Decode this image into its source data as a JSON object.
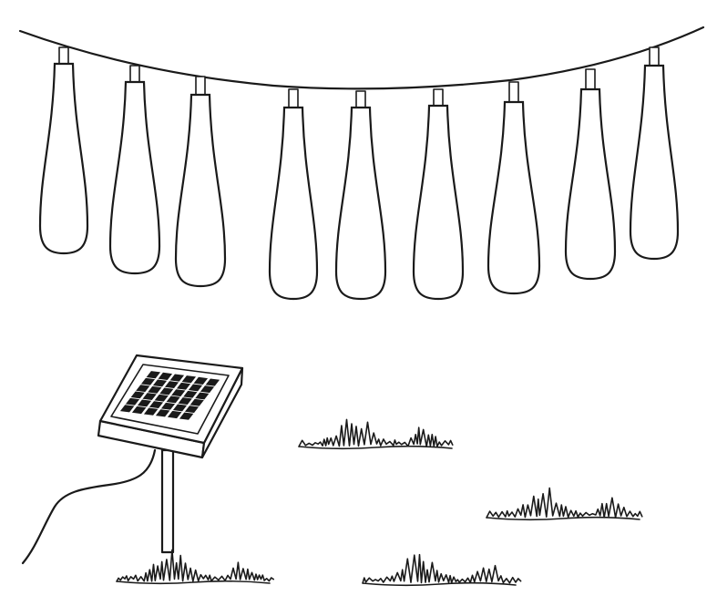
{
  "scene": {
    "bulb_count": 9,
    "colors": {
      "line": "#1a1a1a",
      "background": "#ffffff"
    },
    "items": {
      "string_lights": "string-lights",
      "solar_panel": "solar-panel",
      "grass": "grass-tufts"
    }
  }
}
